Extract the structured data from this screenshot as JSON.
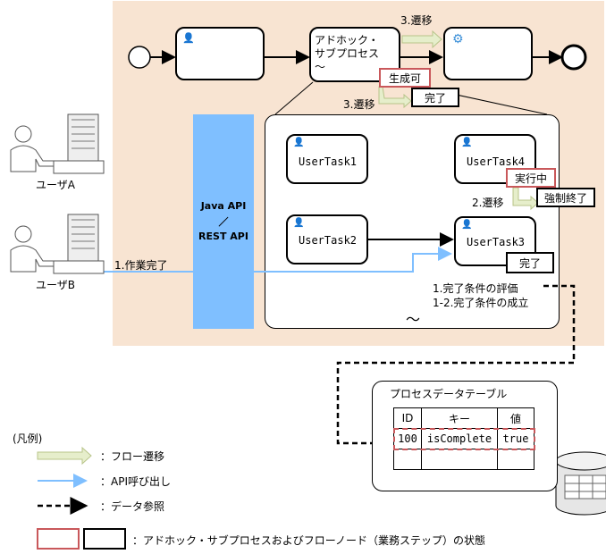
{
  "nodes": {
    "adhoc_label": "アドホック・\nサブプロセス\n～",
    "usertask1": "UserTask1",
    "usertask2": "UserTask2",
    "usertask3": "UserTask3",
    "usertask4": "UserTask4",
    "subprocess_tilde": "～"
  },
  "states": {
    "adhoc_startable": "生成可",
    "adhoc_done": "完了",
    "task4_running": "実行中",
    "task4_forced": "強制終了",
    "task3_done": "完了"
  },
  "annotations": {
    "transition_top": "3.遷移",
    "transition_mid": "3.遷移",
    "transition_task4": "2.遷移",
    "work_done": "1.作業完了",
    "eval_line1": "1.完了条件の評価",
    "eval_line2": "1-2.完了条件の成立"
  },
  "users": {
    "a": "ユーザA",
    "b": "ユーザB"
  },
  "api": {
    "line1": "Java API",
    "line2": "／",
    "line3": "REST API"
  },
  "table": {
    "title": "プロセスデータテーブル",
    "headers": [
      "ID",
      "キー",
      "値"
    ],
    "row": [
      "100",
      "isComplete",
      "true"
    ]
  },
  "legend": {
    "title": "(凡例)",
    "flow": "：フロー遷移",
    "api_call": "：API呼び出し",
    "data_ref": "：データ参照",
    "state": "：アドホック・サブプロセスおよびフローノード（業務ステップ）の状態"
  },
  "colors": {
    "pool_bg": "#f8e4d2",
    "api_blue": "#7fbfff",
    "flow_arrow": "#e6eecb",
    "state_red": "#c9585b",
    "service_icon": "#3a8fd8"
  }
}
